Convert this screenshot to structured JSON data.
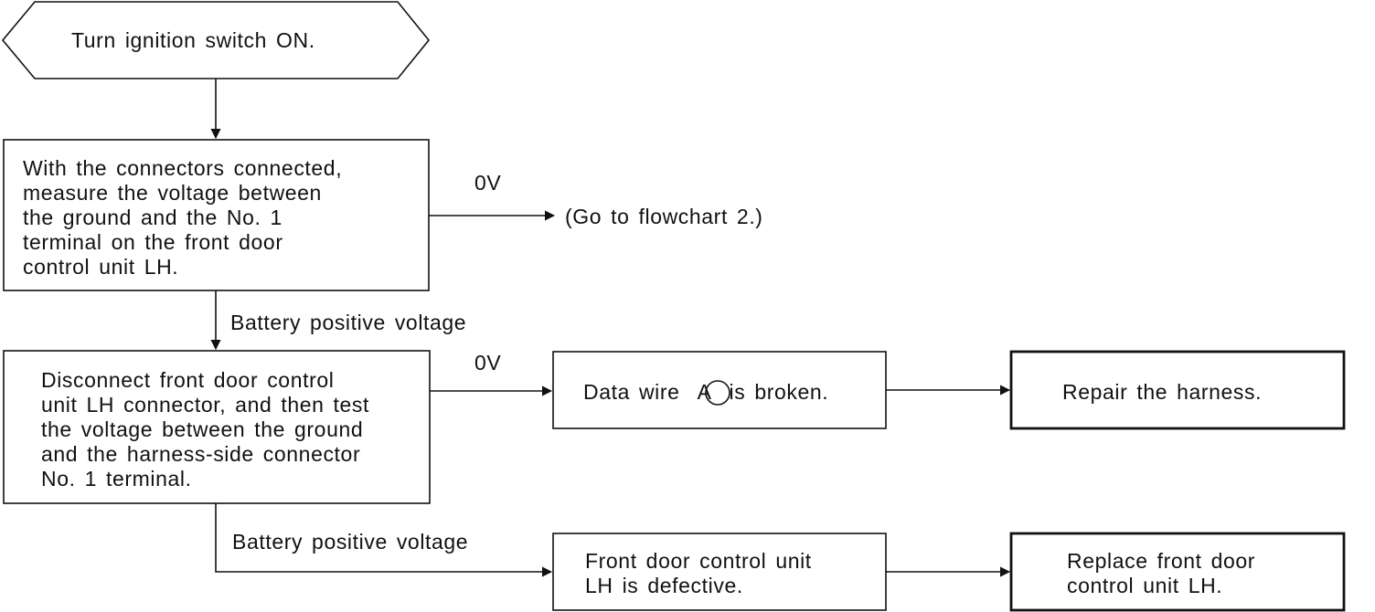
{
  "flowchart": {
    "start": {
      "text": "Turn ignition switch ON."
    },
    "step1": {
      "text": "With the connectors connected,\nmeasure the voltage between\nthe ground and the No. 1\nterminal on the front door\ncontrol unit LH."
    },
    "step1_zero_label": "0V",
    "step1_zero_result": "(Go to flowchart 2.)",
    "step1_battery_label": "Battery positive voltage",
    "step2": {
      "text": "Disconnect front door control\nunit LH connector, and then test\nthe voltage between the ground\nand the harness-side connector\nNo. 1 terminal."
    },
    "step2_zero_label": "0V",
    "data_wire_broken": {
      "text_before": "Data wire",
      "marker": "A",
      "text_after": "is broken."
    },
    "repair_harness": {
      "text": "Repair the harness."
    },
    "step2_battery_label": "Battery positive voltage",
    "unit_defective": {
      "text": "Front door control unit\nLH is defective."
    },
    "replace_unit": {
      "text": "Replace front door\ncontrol unit LH."
    }
  }
}
